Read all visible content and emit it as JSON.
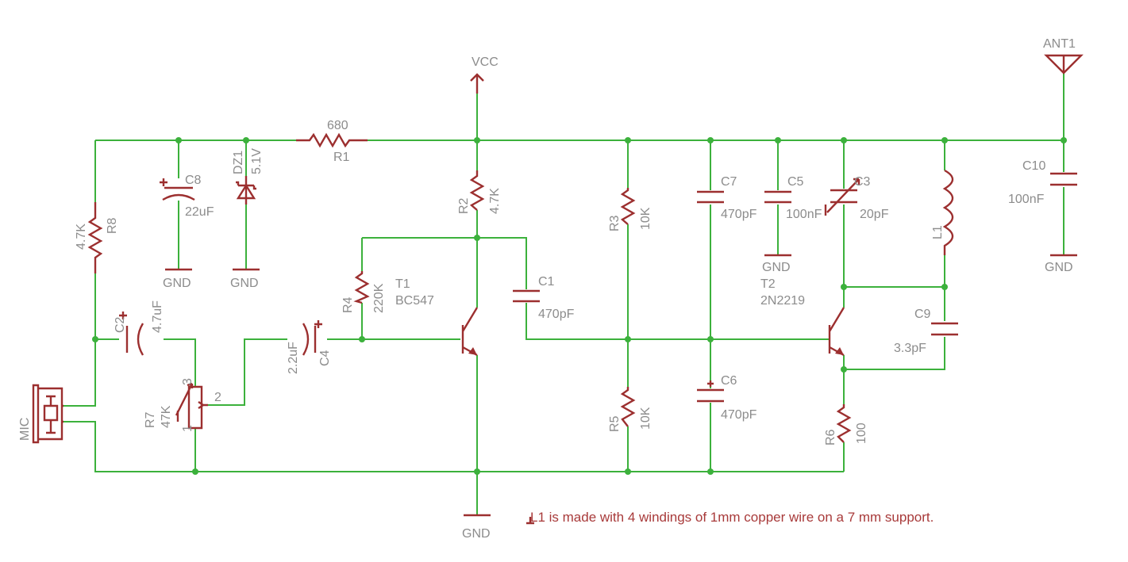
{
  "colors": {
    "wire": "#3cb13c",
    "symbol": "#9c2f2f",
    "label": "#8c8c8c",
    "note": "#a83a3a"
  },
  "labels": {
    "vcc": "VCC",
    "ant1": "ANT1",
    "gnd": "GND",
    "r1_value": "680",
    "r1_name": "R1",
    "c8_name": "C8",
    "c8_value": "22uF",
    "dz1_name": "DZ1",
    "dz1_value": "5.1V",
    "r8_value": "4.7K",
    "r8_name": "R8",
    "r2_name": "R2",
    "r2_value": "4.7K",
    "r3_name": "R3",
    "r3_value": "10K",
    "c7_name": "C7",
    "c7_value": "470pF",
    "c5_name": "C5",
    "c5_value": "100nF",
    "c3_name": "C3",
    "c3_value": "20pF",
    "l1_name": "L1",
    "c10_name": "C10",
    "c10_value": "100nF",
    "r4_name": "R4",
    "r4_value": "220K",
    "t1_name": "T1",
    "t1_value": "BC547",
    "c1_name": "C1",
    "c1_value": "470pF",
    "t2_name": "T2",
    "t2_value": "2N2219",
    "c9_name": "C9",
    "c9_value": "3.3pF",
    "c2_name": "C2",
    "c2_value": "4.7uF",
    "c4_value": "2.2uF",
    "c4_name": "C4",
    "c6_name": "C6",
    "c6_value": "470pF",
    "mic": "MIC",
    "r7_name": "R7",
    "r7_value": "47K",
    "r7_pin1": "1",
    "r7_pin2": "2",
    "r7_pin3": "3",
    "r5_name": "R5",
    "r5_value": "10K",
    "r6_name": "R6",
    "r6_value": "100",
    "note": "L1 is made with 4 windings of 1mm copper wire on a 7 mm support."
  }
}
